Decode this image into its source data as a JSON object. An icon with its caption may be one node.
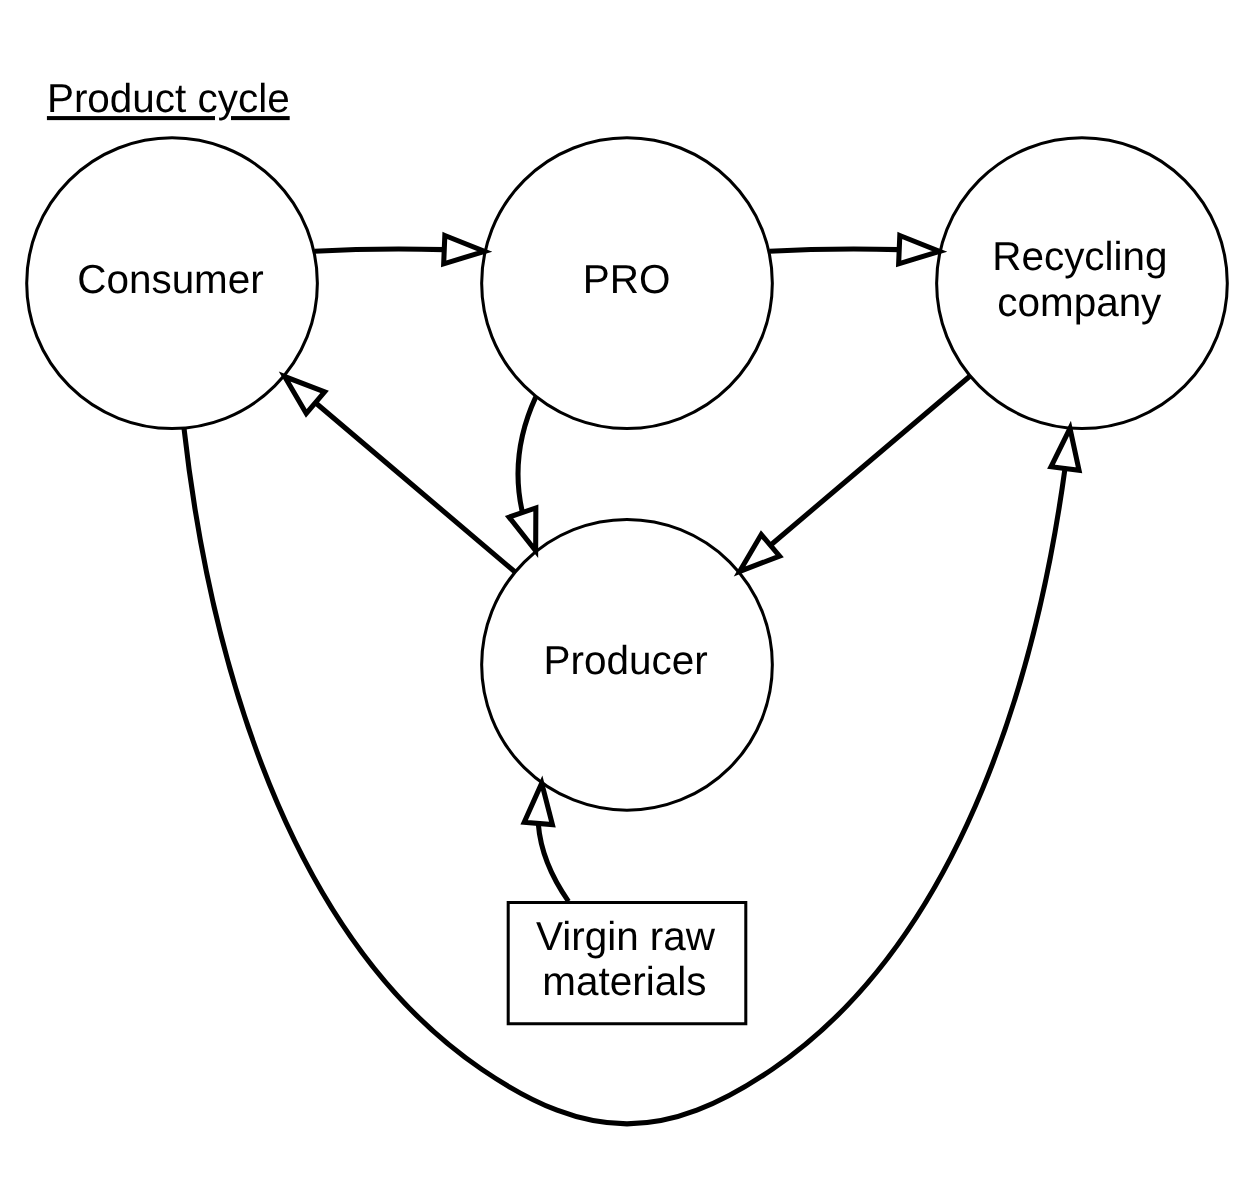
{
  "diagram": {
    "title": "Product cycle",
    "nodes": [
      {
        "text": [
          "PRO"
        ]
      },
      {
        "text": [
          "Consumer"
        ]
      },
      {
        "text": [
          "Recycling company"
        ]
      },
      {
        "text": [
          "Producer"
        ]
      },
      {
        "text": [
          "Virgin raw materials"
        ]
      }
    ],
    "edges": [
      {
        "from": 1,
        "to": 0,
        "arrow": "to"
      },
      {
        "from": 0,
        "to": 2,
        "arrow": "to"
      },
      {
        "from": 0,
        "to": 3,
        "arrow": "to"
      },
      {
        "from": 1,
        "to": 2,
        "arrow": "to"
      },
      {
        "from": 2,
        "to": 3,
        "arrow": "to"
      },
      {
        "from": 3,
        "to": 1,
        "arrow": "to"
      },
      {
        "from": 4,
        "to": 3,
        "arrow": "to"
      }
    ]
  }
}
